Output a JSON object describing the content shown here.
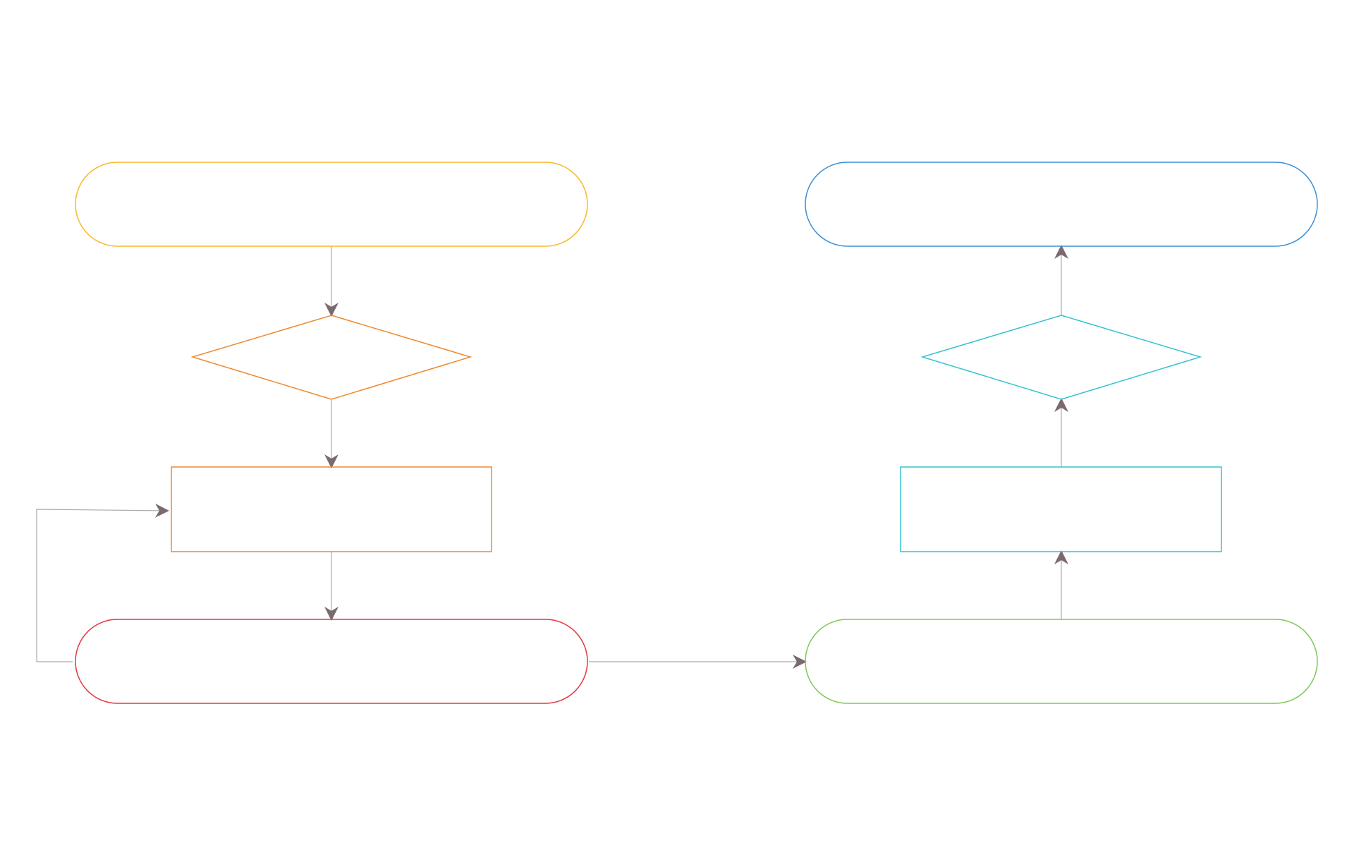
{
  "diagram": {
    "type": "flowchart",
    "nodes": [
      {
        "id": "start",
        "shape": "terminator",
        "label": "",
        "color": "#F6B92B"
      },
      {
        "id": "decision-1",
        "shape": "decision",
        "label": "",
        "color": "#F0882C"
      },
      {
        "id": "process-1",
        "shape": "process",
        "label": "",
        "color": "#F0882C"
      },
      {
        "id": "loop-step",
        "shape": "terminator",
        "label": "",
        "color": "#E8343E"
      },
      {
        "id": "step-right-bottom",
        "shape": "terminator",
        "label": "",
        "color": "#7DC855"
      },
      {
        "id": "process-2",
        "shape": "process",
        "label": "",
        "color": "#35C3CF"
      },
      {
        "id": "decision-2",
        "shape": "decision",
        "label": "",
        "color": "#35C3CF"
      },
      {
        "id": "end",
        "shape": "terminator",
        "label": "",
        "color": "#3A8FD6"
      }
    ],
    "edges": [
      {
        "from": "start",
        "to": "decision-1"
      },
      {
        "from": "decision-1",
        "to": "process-1"
      },
      {
        "from": "process-1",
        "to": "loop-step"
      },
      {
        "from": "loop-step",
        "to": "process-1",
        "kind": "loop-back"
      },
      {
        "from": "loop-step",
        "to": "step-right-bottom"
      },
      {
        "from": "step-right-bottom",
        "to": "process-2"
      },
      {
        "from": "process-2",
        "to": "decision-2"
      },
      {
        "from": "decision-2",
        "to": "end"
      }
    ],
    "connector_color": "#A9A9A9",
    "arrowhead_color": "#7A6A6E"
  }
}
